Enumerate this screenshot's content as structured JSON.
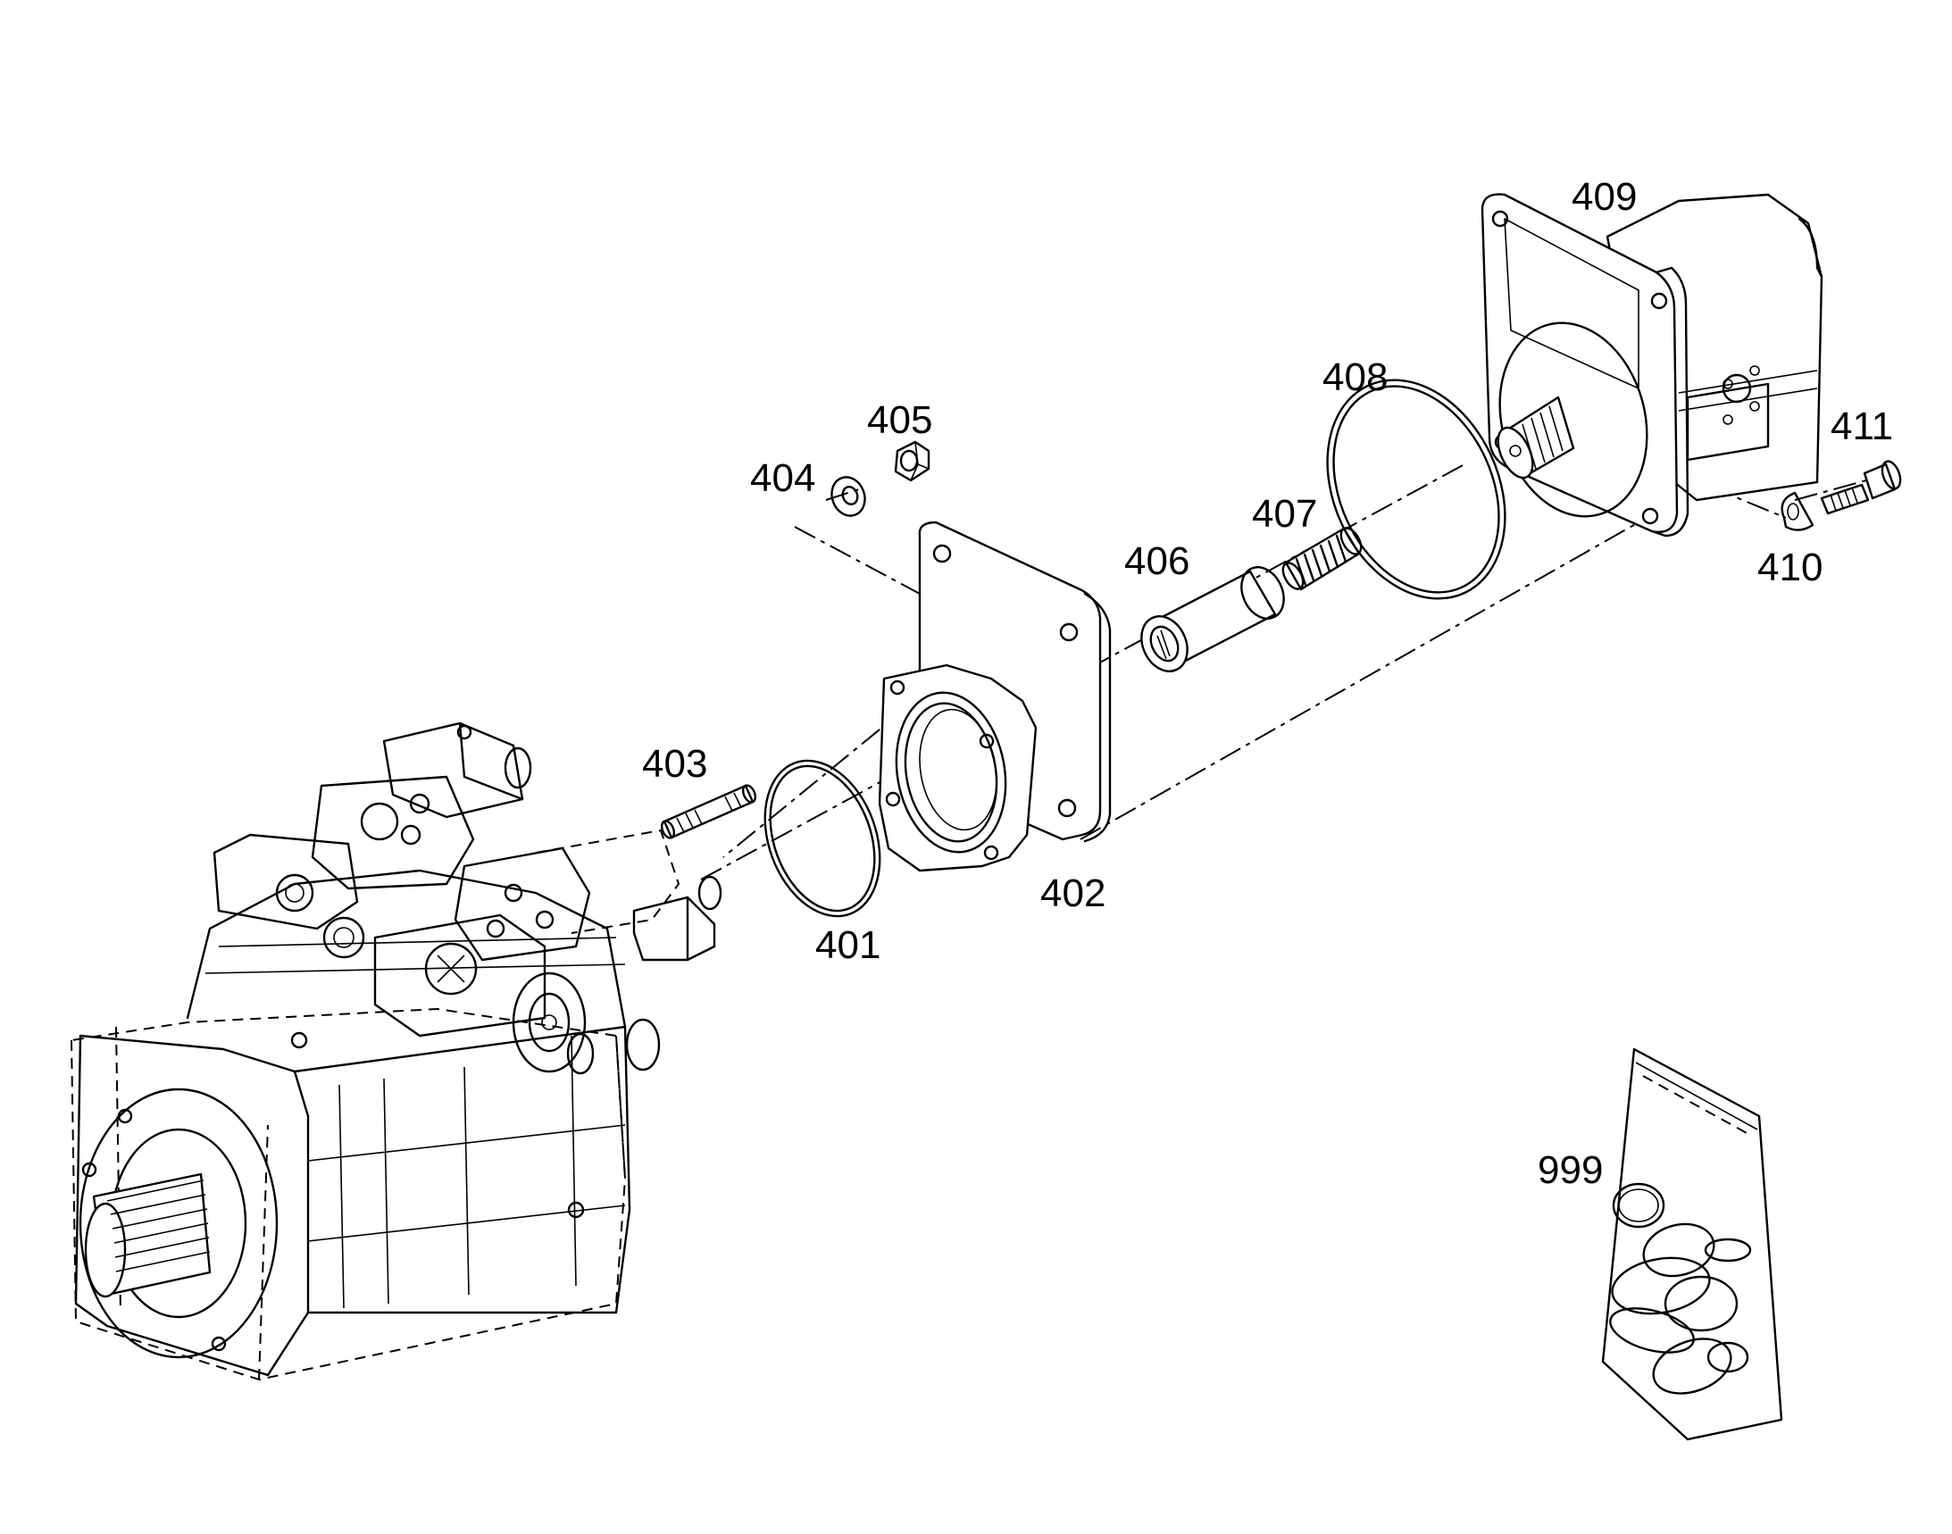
{
  "diagram": {
    "callouts": [
      {
        "id": "c401",
        "text": "401"
      },
      {
        "id": "c402",
        "text": "402"
      },
      {
        "id": "c403",
        "text": "403"
      },
      {
        "id": "c404",
        "text": "404"
      },
      {
        "id": "c405",
        "text": "405"
      },
      {
        "id": "c406",
        "text": "406"
      },
      {
        "id": "c407",
        "text": "407"
      },
      {
        "id": "c408",
        "text": "408"
      },
      {
        "id": "c409",
        "text": "409"
      },
      {
        "id": "c410",
        "text": "410"
      },
      {
        "id": "c411",
        "text": "411"
      },
      {
        "id": "c999",
        "text": "999"
      }
    ]
  }
}
